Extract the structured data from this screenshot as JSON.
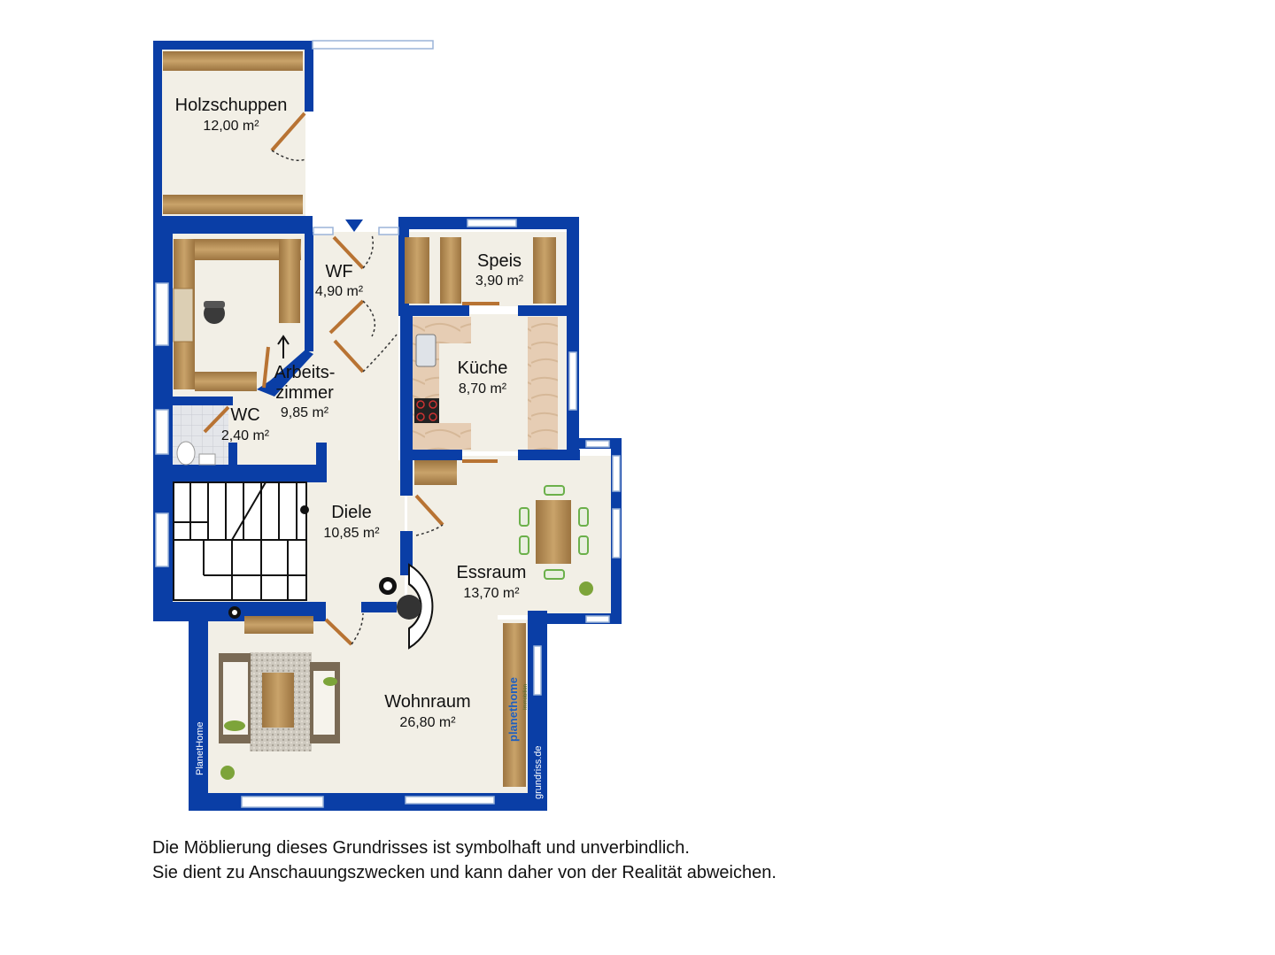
{
  "rooms": {
    "holzschuppen": {
      "name": "Holzschuppen",
      "area": "12,00 m²"
    },
    "wf": {
      "name": "WF",
      "area": "4,90 m²"
    },
    "speis": {
      "name": "Speis",
      "area": "3,90 m²"
    },
    "kueche": {
      "name": "Küche",
      "area": "8,70 m²"
    },
    "arbeitszimmer": {
      "name_line1": "Arbeits-",
      "name_line2": "zimmer",
      "area": "9,85 m²"
    },
    "wc": {
      "name": "WC",
      "area": "2,40 m²"
    },
    "diele": {
      "name": "Diele",
      "area": "10,85 m²"
    },
    "essraum": {
      "name": "Essraum",
      "area": "13,70 m²"
    },
    "wohnraum": {
      "name": "Wohnraum",
      "area": "26,80 m²"
    }
  },
  "branding": {
    "left_wall_text": "PlanetHome",
    "right_wall_text": "grundriss.de",
    "logo_text": "planethome",
    "logo_sub": "Immobilien"
  },
  "disclaimer": {
    "line1": "Die Möblierung dieses Grundrisses ist symbolhaft und unverbindlich.",
    "line2": "Sie dient zu Anschauungszwecken und kann daher von der Realität abweichen."
  },
  "colors": {
    "wall": "#0a3ea6",
    "floor": "#f2efe6",
    "wood": "#b9925a",
    "window": "#ffffff"
  }
}
